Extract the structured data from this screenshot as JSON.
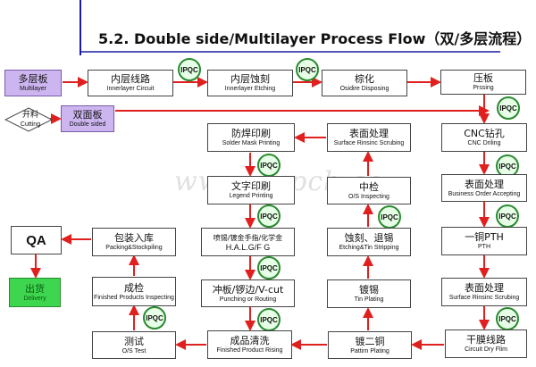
{
  "title": "5.2. Double side/Multilayer Process Flow（双/多层流程）",
  "watermark": "www.....pcb.co...",
  "steps": {
    "multilayer": {
      "cn": "多层板",
      "en": "Multilayer"
    },
    "cutting": {
      "cn": "开料",
      "en": "Cutting"
    },
    "double_sided": {
      "cn": "双面板",
      "en": "Double sided"
    },
    "innerlayer_circuit": {
      "cn": "内层线路",
      "en": "Innerlayer Circuit"
    },
    "innerlayer_etching": {
      "cn": "内层蚀刻",
      "en": "Innerlayer Etching"
    },
    "oxide": {
      "cn": "棕化",
      "en": "Osidire Disposing"
    },
    "pressing": {
      "cn": "压板",
      "en": "Prssing"
    },
    "cnc_drilling": {
      "cn": "CNC钻孔",
      "en": "CNC Driling"
    },
    "surface_accepting": {
      "cn": "表面处理",
      "en": "Business Order Accepting"
    },
    "pth": {
      "cn": "一铜PTH",
      "en": "PTH"
    },
    "surface_scrubbing_right": {
      "cn": "表面处理",
      "en": "Surface Rinsinc Scrubing"
    },
    "dry_film": {
      "cn": "干膜线路",
      "en": "Circuit Dry Flim"
    },
    "pattern_plating": {
      "cn": "镀二铜",
      "en": "Pattirn Plating"
    },
    "tin_plating": {
      "cn": "镀锡",
      "en": "Tin Plating"
    },
    "etching_tin_stripping": {
      "cn": "蚀刻、退锡",
      "en": "Etching&Tin Stripping"
    },
    "os_inspecting": {
      "cn": "中检",
      "en": "O/S Inspecting"
    },
    "surface_scrubbing_mid": {
      "cn": "表面处理",
      "en": "Surface Rinsinc Scrubing"
    },
    "solder_mask": {
      "cn": "防焊印刷",
      "en": "Solder Mask Printing"
    },
    "legend": {
      "cn": "文字印刷",
      "en": "Legend Printing"
    },
    "halg": {
      "cn": "喷锡/镀金手指/化学金",
      "en": "H.A.L.G/F G"
    },
    "punching": {
      "cn": "冲板/锣边/V-cut",
      "en": "Punching or Routing"
    },
    "product_rising": {
      "cn": "成品清洗",
      "en": "Finished Product Rising"
    },
    "os_test": {
      "cn": "测试",
      "en": "O/S Test"
    },
    "finished_inspecting": {
      "cn": "成检",
      "en": "Finished Products Inspecting"
    },
    "packing": {
      "cn": "包装入库",
      "en": "Packing&Stockpiling"
    },
    "qa": {
      "cn": "QA"
    },
    "delivery": {
      "cn": "出货",
      "en": "Delivery"
    }
  },
  "ipqc_label": "IPQC",
  "colors": {
    "arrow": "#e0201e",
    "ipqc_border": "#2a8a30",
    "input_fill": "#cdb6f0",
    "delivery_fill": "#3fd64f"
  }
}
